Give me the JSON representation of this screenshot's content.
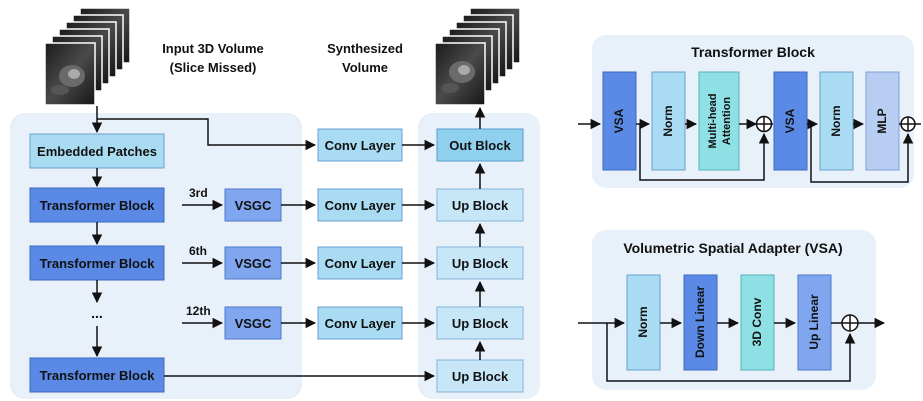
{
  "main": {
    "input_caption": [
      "Input 3D Volume",
      "(Slice Missed)"
    ],
    "output_caption": [
      "Synthesized",
      "Volume"
    ],
    "encoder": {
      "embedded": "Embedded Patches",
      "transformer_block": "Transformer Block",
      "ellipsis": "..."
    },
    "vsgc": "VSGC",
    "conv_layer": "Conv Layer",
    "decoder": {
      "out_block": "Out Block",
      "up_block": "Up Block"
    },
    "layer_tags": [
      "3rd",
      "6th",
      "12th"
    ]
  },
  "transformer_block_panel": {
    "title": "Transformer Block",
    "blocks": [
      "VSA",
      "Norm",
      "Multi-head Attention",
      "VSA",
      "Norm",
      "MLP"
    ]
  },
  "vsa_panel": {
    "title": "Volumetric Spatial Adapter (VSA)",
    "blocks": [
      "Norm",
      "Down Linear",
      "3D Conv",
      "Up Linear"
    ]
  },
  "colors": {
    "panel_bg": "#e8f0fa",
    "light_cyan": "#a9dcf2",
    "blue": "#5b8ae6",
    "lavender": "#b8cdf2",
    "cyan": "#8ee0e4",
    "up_block": "#c7e6f8",
    "out_block": "#8fd0ef"
  }
}
